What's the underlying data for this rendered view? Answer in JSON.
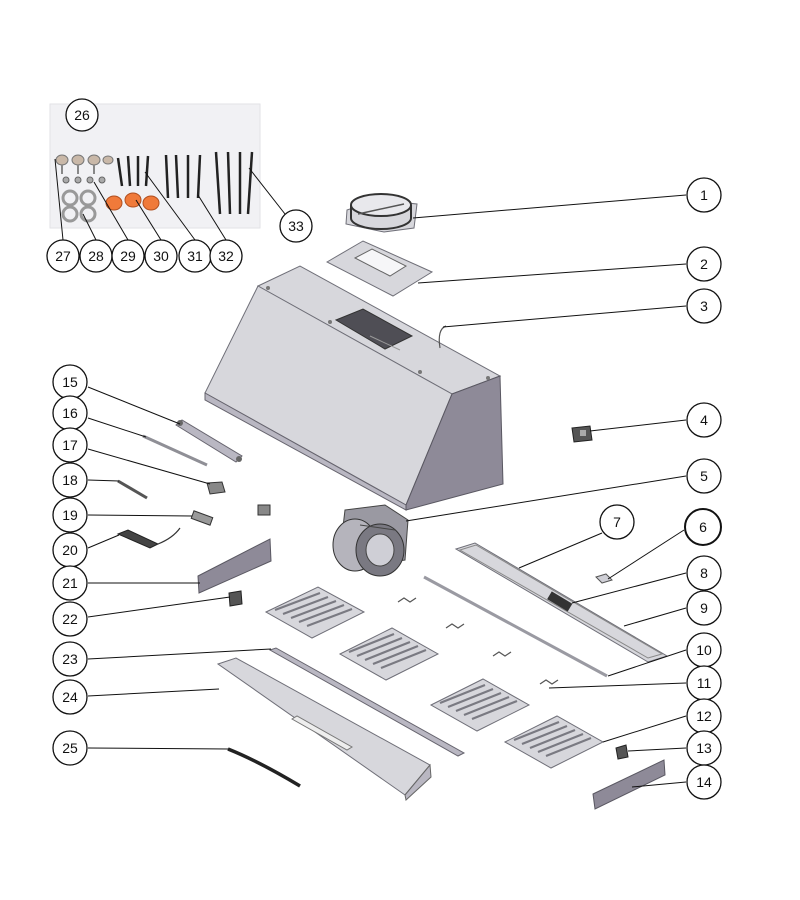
{
  "callouts": [
    {
      "n": "1"
    },
    {
      "n": "2"
    },
    {
      "n": "3"
    },
    {
      "n": "4"
    },
    {
      "n": "5"
    },
    {
      "n": "6"
    },
    {
      "n": "7"
    },
    {
      "n": "8"
    },
    {
      "n": "9"
    },
    {
      "n": "10"
    },
    {
      "n": "11"
    },
    {
      "n": "12"
    },
    {
      "n": "13"
    },
    {
      "n": "14"
    },
    {
      "n": "15"
    },
    {
      "n": "16"
    },
    {
      "n": "17"
    },
    {
      "n": "18"
    },
    {
      "n": "19"
    },
    {
      "n": "20"
    },
    {
      "n": "21"
    },
    {
      "n": "22"
    },
    {
      "n": "23"
    },
    {
      "n": "24"
    },
    {
      "n": "25"
    },
    {
      "n": "26"
    },
    {
      "n": "27"
    },
    {
      "n": "28"
    },
    {
      "n": "29"
    },
    {
      "n": "30"
    },
    {
      "n": "31"
    },
    {
      "n": "32"
    },
    {
      "n": "33"
    }
  ],
  "colors": {
    "hood_face": "#d7d7dc",
    "hood_side": "#8e8a98",
    "anchor_orange": "#f07a3a",
    "hardware_background": "#f1f1f4"
  }
}
